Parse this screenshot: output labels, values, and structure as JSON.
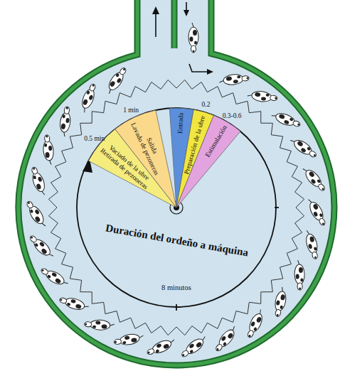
{
  "diagram": {
    "nodes": [
      {
        "text": [
          "0.5 min",
          "Vaciado de la ubre",
          "Retirada de pezoneras"
        ]
      },
      {
        "text": [
          "1 min",
          "Salida",
          "Lavado de pezoneras"
        ]
      },
      {
        "text": [
          "Entrada"
        ]
      },
      {
        "text": [
          "0.2",
          "Preparación de la ubre"
        ]
      },
      {
        "text": [
          "0.3-0.6",
          "Estimulación"
        ]
      }
    ],
    "labels": [
      "Duración del ordeño a máquina",
      "8 minutos"
    ]
  }
}
